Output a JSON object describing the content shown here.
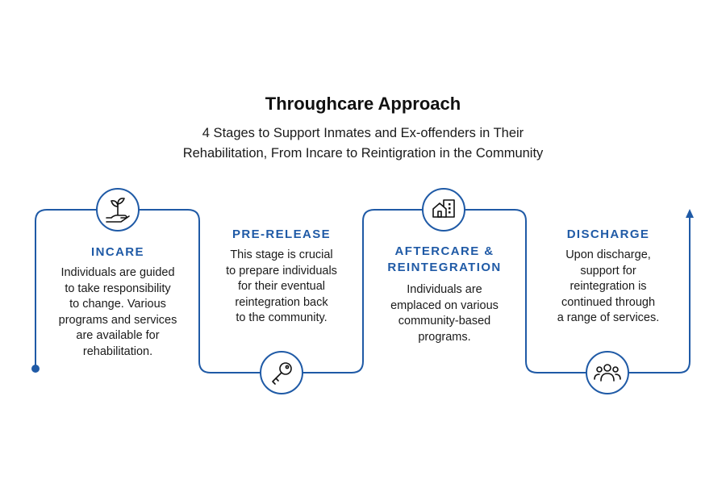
{
  "header": {
    "title": "Throughcare Approach",
    "subtitle_lines": [
      "4 Stages to Support Inmates and Ex-offenders in Their",
      "Rehabilitation, From Incare to Reintigration in the Community"
    ]
  },
  "stages": [
    {
      "title_lines": [
        "INCARE"
      ],
      "icon": "plant-in-hand-icon",
      "desc_lines": [
        "Individuals are guided",
        "to take responsibility",
        "to change. Various",
        "programs and services",
        "are available for",
        "rehabilitation."
      ]
    },
    {
      "title_lines": [
        "PRE-RELEASE"
      ],
      "icon": "key-icon",
      "desc_lines": [
        "This stage is crucial",
        "to prepare individuals",
        "for their eventual",
        "reintegration back",
        "to the community."
      ]
    },
    {
      "title_lines": [
        "AFTERCARE &",
        "REINTEGRATION"
      ],
      "icon": "house-building-icon",
      "desc_lines": [
        "Individuals are",
        "emplaced on various",
        "community-based",
        "programs."
      ]
    },
    {
      "title_lines": [
        "DISCHARGE"
      ],
      "icon": "people-group-icon",
      "desc_lines": [
        "Upon discharge,",
        "support for",
        "reintegration is",
        "continued through",
        "a range of services."
      ]
    }
  ],
  "colors": {
    "accent": "#1f5aa6",
    "text": "#111111"
  }
}
